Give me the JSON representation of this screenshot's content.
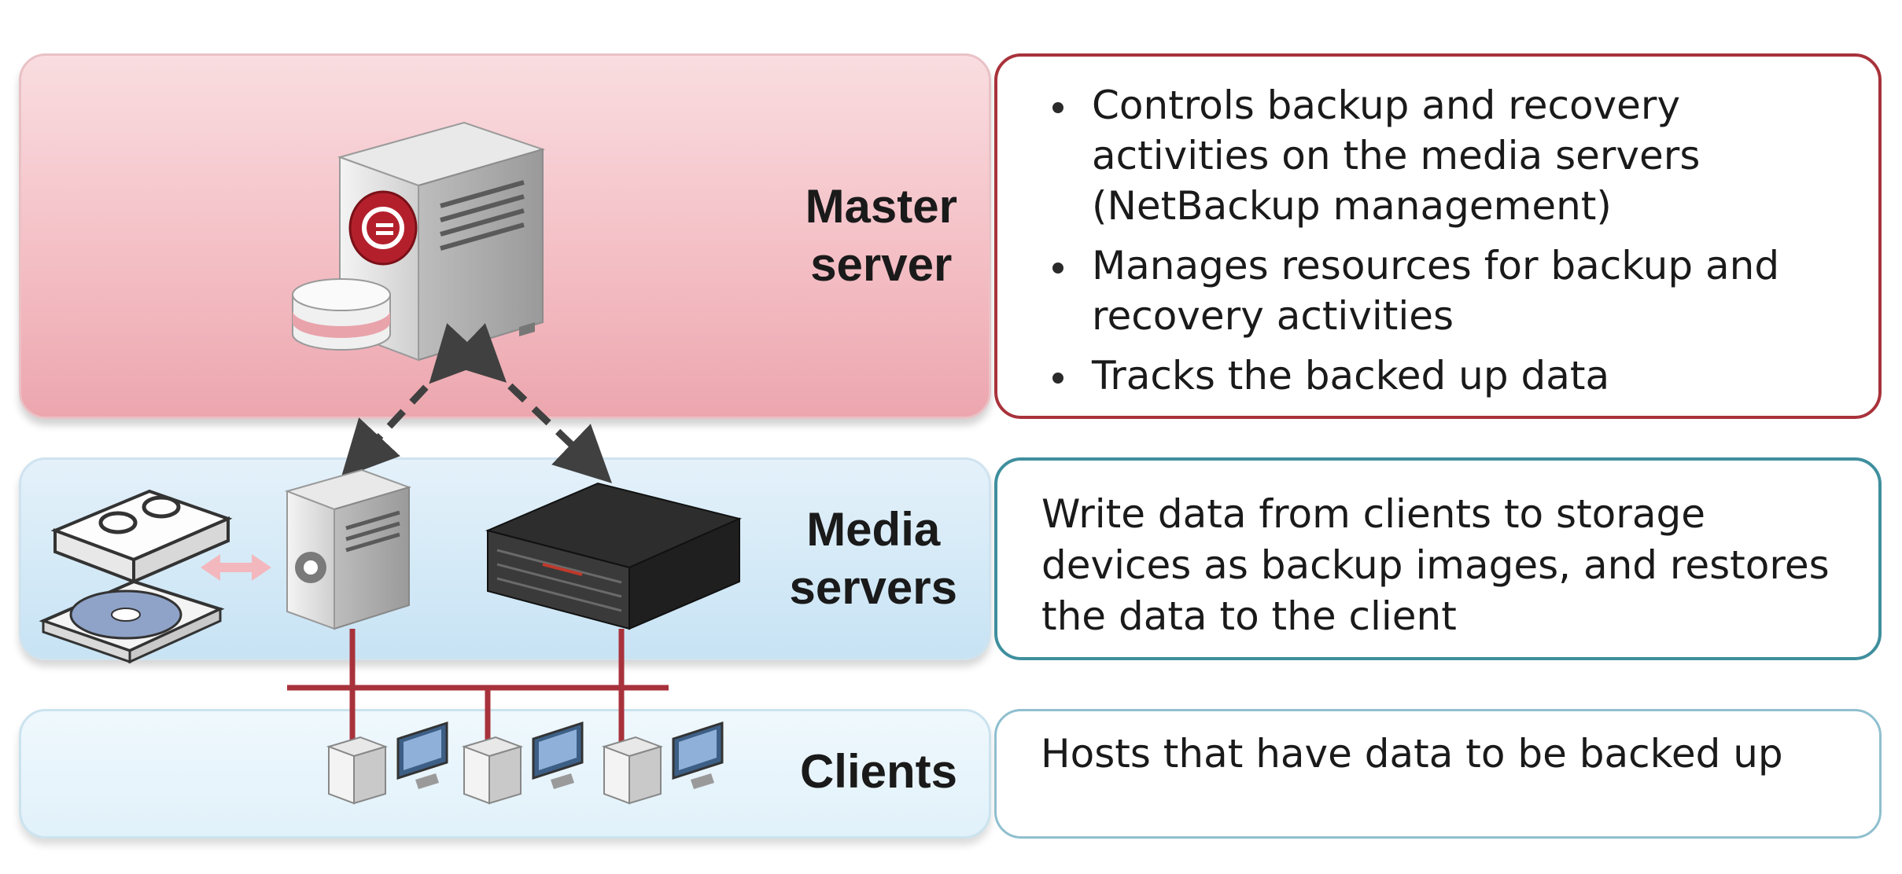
{
  "tiers": {
    "master": {
      "label_line1": "Master",
      "label_line2": "server",
      "bullets": [
        "Controls backup and recovery activities on the media servers (NetBackup management)",
        "Manages resources for backup and recovery activities",
        "Tracks the backed up data"
      ]
    },
    "media": {
      "label_line1": "Media",
      "label_line2": "servers",
      "description": "Write data from clients to storage devices as backup images, and restores the data to the client"
    },
    "clients": {
      "label": "Clients",
      "description": "Hosts that have data to be backed up"
    }
  },
  "colors": {
    "master_fill": "#f2b7be",
    "master_border": "#a8323b",
    "media_fill": "#c7e3f4",
    "media_border": "#3f8f9e",
    "network_line": "#a8323b",
    "arrow": "#404040"
  },
  "icons": [
    "server-tower-icon",
    "netbackup-logo-icon",
    "database-icon",
    "tape-drive-icon",
    "disk-drive-icon",
    "double-arrow-icon",
    "rack-storage-icon",
    "client-computer-icon"
  ]
}
